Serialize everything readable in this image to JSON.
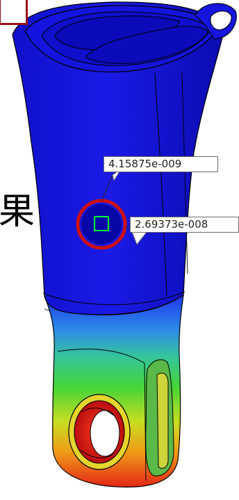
{
  "viewport": {
    "background": "#ffffff"
  },
  "probe_labels": {
    "top_value": "4.15875e-009",
    "right_value": "2.69373e-008"
  },
  "overlay_text": {
    "partial_cjk": "果"
  },
  "colors": {
    "part_blue": "#1a1ae6",
    "part_blue_dark": "#0909b8",
    "stress_red": "#e32717",
    "stress_yellow": "#d8dc1e",
    "stress_green": "#2ac34c",
    "probe_marker_green": "#00ff33",
    "highlight_circle_red": "#cc1010",
    "corner_frame_red": "#9b1116"
  }
}
